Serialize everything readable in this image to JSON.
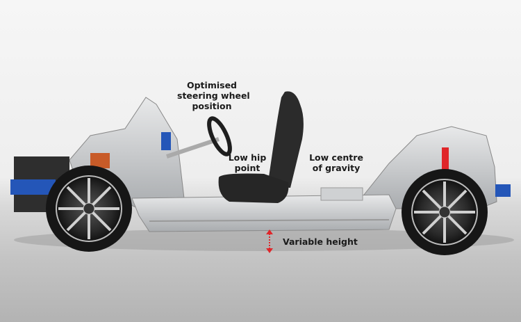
{
  "annotations": {
    "steering": [
      "Optimised",
      "steering wheel",
      "position"
    ],
    "hip": [
      "Low hip",
      "point"
    ],
    "gravity": [
      "Low centre",
      "of gravity"
    ],
    "height": "Variable height"
  },
  "colors": {
    "accent_red": "#e0262a",
    "tire": "#1b1b1b",
    "chassis": "#d4d6d8",
    "blue_part": "#2456b8"
  }
}
